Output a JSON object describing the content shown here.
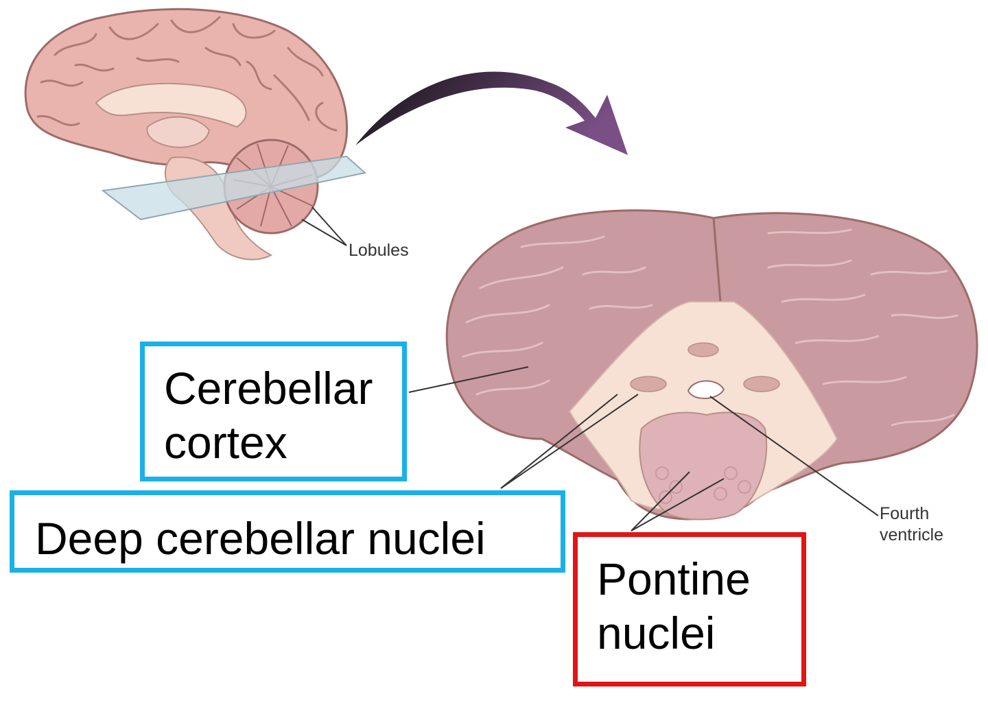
{
  "labels": {
    "lobules": "Lobules",
    "fourth_ventricle_line1": "Fourth",
    "fourth_ventricle_line2": "ventricle"
  },
  "boxes": {
    "cerebellar_cortex": {
      "line1": "Cerebellar",
      "line2": "cortex",
      "border_color": "#1ab0e8"
    },
    "deep_cerebellar_nuclei": {
      "text": "Deep cerebellar nuclei",
      "border_color": "#1ab0e8"
    },
    "pontine_nuclei": {
      "line1": "Pontine",
      "line2": "nuclei",
      "border_color": "#e31414"
    }
  },
  "colors": {
    "brain_tissue": "#e8b4ad",
    "brain_outline": "#9c6b68",
    "cerebellum_section": "#c99a9f",
    "white_matter": "#f6e1d4",
    "slice_plane": "#c7dde6",
    "arrow": "#5e3c66"
  }
}
